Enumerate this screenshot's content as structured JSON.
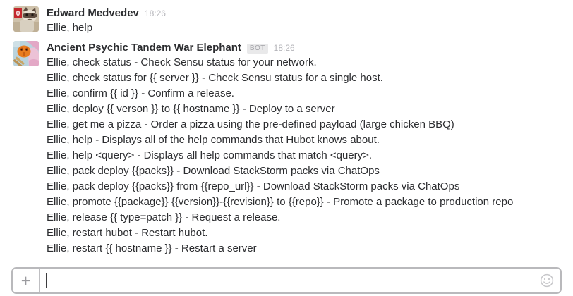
{
  "messages": [
    {
      "author": "Edward Medvedev",
      "time": "18:26",
      "avatar": "grumpy-cat-avatar",
      "lines": [
        "Ellie, help"
      ]
    },
    {
      "author": "Ancient Psychic Tandem War Elephant",
      "badge": "BOT",
      "time": "18:26",
      "avatar": "elephant-bot-avatar",
      "lines": [
        "Ellie, check status - Check Sensu status for your network.",
        "Ellie, check status for {{ server }} - Check Sensu status for a single host.",
        "Ellie, confirm {{ id }} - Confirm a release.",
        "Ellie, deploy {{ verson }} to {{ hostname }} - Deploy to a server",
        "Ellie, get me a pizza - Order a pizza using the pre-defined payload (large chicken BBQ)",
        "Ellie, help - Displays all of the help commands that Hubot knows about.",
        "Ellie, help <query> - Displays all help commands that match <query>.",
        "Ellie, pack deploy {{packs}} - Download StackStorm packs via ChatOps",
        "Ellie, pack deploy {{packs}} from {{repo_url}} - Download StackStorm packs via ChatOps",
        "Ellie, promote {{package}} {{version}}-{{revision}} to {{repo}} - Promote a package to production repo",
        "Ellie, release {{ type=patch }} - Request a release.",
        "Ellie, restart hubot - Restart hubot.",
        "Ellie, restart {{ hostname }} - Restart a server"
      ]
    }
  ],
  "composer": {
    "value": "",
    "plus_label": "+",
    "icons": {
      "plus": "plus-icon",
      "emoji": "smiley-emoji-icon"
    }
  },
  "colors": {
    "text": "#2c2d30",
    "muted_time": "#b4b4b9",
    "badge_bg": "#e9e9ea",
    "badge_text": "#a2a2a7",
    "composer_border": "#b9b9bc"
  }
}
